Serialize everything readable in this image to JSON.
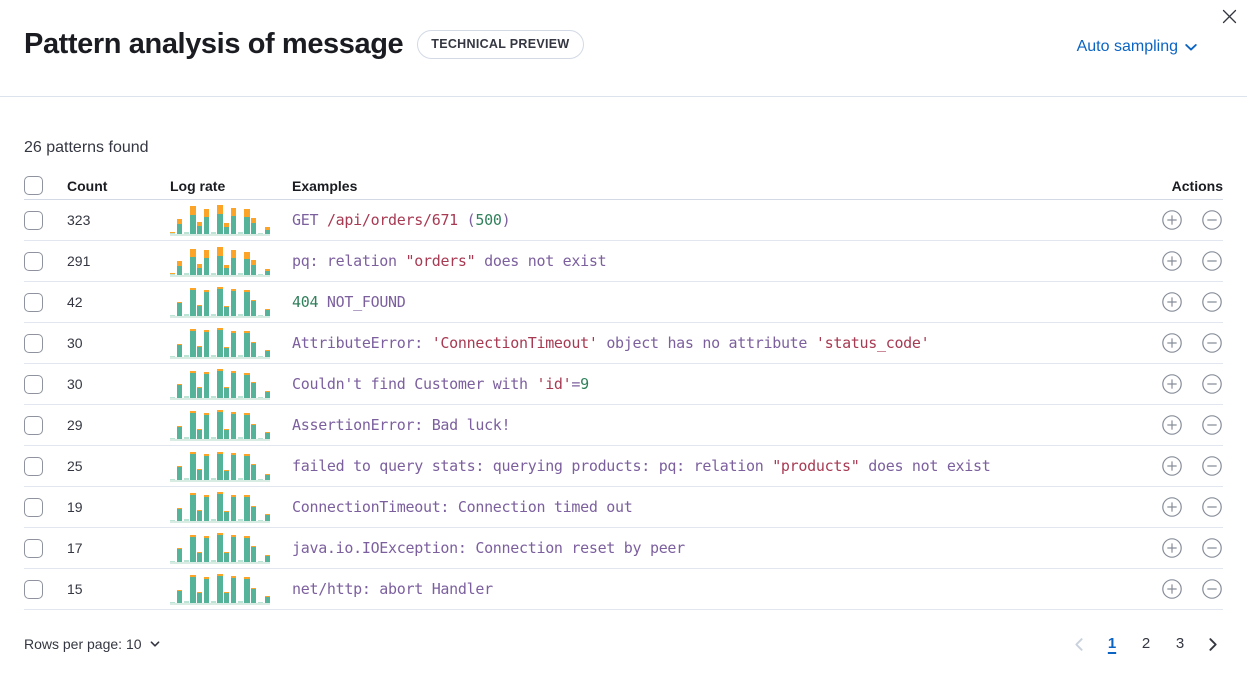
{
  "header": {
    "title": "Pattern analysis of message",
    "badge": "TECHNICAL PREVIEW",
    "sampling_label": "Auto sampling"
  },
  "summary": "26 patterns found",
  "colors": {
    "accent_blue": "#0b64c2",
    "bar_green": "#54b399",
    "bar_green_pale": "#bce4d4",
    "bar_orange": "#fca428",
    "token_purple": "#7c609e",
    "token_red": "#a73a53",
    "token_green": "#31805c",
    "icon_gray": "#878d99"
  },
  "table": {
    "columns": {
      "count": "Count",
      "log_rate": "Log rate",
      "examples": "Examples",
      "actions": "Actions"
    },
    "rows": [
      {
        "count": "323",
        "sparkline": {
          "green": [
            1,
            10,
            2,
            19,
            8,
            17,
            2,
            20,
            7,
            18,
            2,
            17,
            11,
            1,
            4
          ],
          "orange": [
            1,
            5,
            0,
            9,
            4,
            8,
            0,
            9,
            4,
            8,
            0,
            8,
            5,
            0,
            3
          ]
        },
        "example": [
          {
            "text": "GET ",
            "color": "purple"
          },
          {
            "text": "/api/orders/671",
            "color": "red"
          },
          {
            "text": " (",
            "color": "purple"
          },
          {
            "text": "500",
            "color": "green"
          },
          {
            "text": ")",
            "color": "purple"
          }
        ]
      },
      {
        "count": "291",
        "sparkline": {
          "green": [
            1,
            9,
            2,
            18,
            7,
            17,
            2,
            19,
            7,
            17,
            2,
            16,
            10,
            1,
            4
          ],
          "orange": [
            1,
            5,
            0,
            8,
            4,
            8,
            0,
            9,
            3,
            8,
            0,
            7,
            5,
            0,
            2
          ]
        },
        "example": [
          {
            "text": "pq: relation ",
            "color": "purple"
          },
          {
            "text": "\"orders\"",
            "color": "red"
          },
          {
            "text": " does not exist",
            "color": "purple"
          }
        ]
      },
      {
        "count": "42",
        "sparkline": {
          "green": [
            1,
            13,
            2,
            26,
            10,
            24,
            2,
            27,
            9,
            25,
            2,
            24,
            15,
            1,
            6
          ],
          "orange": [
            0,
            1,
            0,
            2,
            1,
            2,
            0,
            2,
            1,
            2,
            0,
            2,
            1,
            0,
            1
          ]
        },
        "example": [
          {
            "text": "404",
            "color": "green"
          },
          {
            "text": " NOT_FOUND",
            "color": "purple"
          }
        ]
      },
      {
        "count": "30",
        "sparkline": {
          "green": [
            1,
            12,
            2,
            26,
            10,
            25,
            2,
            27,
            9,
            24,
            2,
            24,
            14,
            1,
            6
          ],
          "orange": [
            0,
            1,
            0,
            2,
            1,
            2,
            0,
            2,
            1,
            2,
            0,
            2,
            1,
            0,
            1
          ]
        },
        "example": [
          {
            "text": "AttributeError: ",
            "color": "purple"
          },
          {
            "text": "'ConnectionTimeout'",
            "color": "red"
          },
          {
            "text": " object has no attribute ",
            "color": "purple"
          },
          {
            "text": "'status_code'",
            "color": "red"
          }
        ]
      },
      {
        "count": "30",
        "sparkline": {
          "green": [
            1,
            13,
            2,
            25,
            10,
            24,
            2,
            27,
            10,
            25,
            2,
            23,
            15,
            1,
            6
          ],
          "orange": [
            0,
            1,
            0,
            2,
            1,
            2,
            0,
            2,
            1,
            2,
            0,
            2,
            1,
            0,
            1
          ]
        },
        "example": [
          {
            "text": "Couldn't find Customer with ",
            "color": "purple"
          },
          {
            "text": "'id'",
            "color": "red"
          },
          {
            "text": "=",
            "color": "purple"
          },
          {
            "text": "9",
            "color": "green"
          }
        ]
      },
      {
        "count": "29",
        "sparkline": {
          "green": [
            1,
            12,
            2,
            26,
            9,
            24,
            2,
            27,
            9,
            25,
            2,
            24,
            14,
            1,
            6
          ],
          "orange": [
            0,
            1,
            0,
            2,
            1,
            2,
            0,
            2,
            1,
            2,
            0,
            2,
            1,
            0,
            1
          ]
        },
        "example": [
          {
            "text": "AssertionError: Bad luck!",
            "color": "purple"
          }
        ]
      },
      {
        "count": "25",
        "sparkline": {
          "green": [
            1,
            13,
            2,
            26,
            10,
            24,
            2,
            26,
            9,
            25,
            2,
            24,
            15,
            1,
            5
          ],
          "orange": [
            0,
            1,
            0,
            2,
            1,
            2,
            0,
            2,
            1,
            2,
            0,
            2,
            1,
            0,
            1
          ]
        },
        "example": [
          {
            "text": "failed to query stats: querying products: pq: relation ",
            "color": "purple"
          },
          {
            "text": "\"products\"",
            "color": "red"
          },
          {
            "text": " does not exist",
            "color": "purple"
          }
        ]
      },
      {
        "count": "19",
        "sparkline": {
          "green": [
            1,
            12,
            2,
            26,
            10,
            24,
            2,
            27,
            9,
            24,
            2,
            24,
            14,
            1,
            6
          ],
          "orange": [
            0,
            1,
            0,
            2,
            1,
            2,
            0,
            2,
            1,
            2,
            0,
            2,
            1,
            0,
            1
          ]
        },
        "example": [
          {
            "text": "ConnectionTimeout: Connection timed out",
            "color": "purple"
          }
        ]
      },
      {
        "count": "17",
        "sparkline": {
          "green": [
            1,
            13,
            2,
            25,
            9,
            24,
            2,
            27,
            9,
            25,
            2,
            24,
            15,
            1,
            6
          ],
          "orange": [
            0,
            1,
            0,
            2,
            1,
            2,
            0,
            2,
            1,
            2,
            0,
            2,
            1,
            0,
            1
          ]
        },
        "example": [
          {
            "text": "java.io.IOException: Connection reset by peer",
            "color": "purple"
          }
        ]
      },
      {
        "count": "15",
        "sparkline": {
          "green": [
            1,
            12,
            2,
            26,
            10,
            24,
            2,
            27,
            10,
            25,
            2,
            24,
            14,
            1,
            6
          ],
          "orange": [
            0,
            1,
            0,
            2,
            1,
            2,
            0,
            2,
            1,
            2,
            0,
            2,
            1,
            0,
            1
          ]
        },
        "example": [
          {
            "text": "net/http: abort Handler",
            "color": "purple"
          }
        ]
      }
    ]
  },
  "footer": {
    "rows_per_page_label": "Rows per page: 10",
    "pages": [
      "1",
      "2",
      "3"
    ],
    "active_page": "1"
  }
}
